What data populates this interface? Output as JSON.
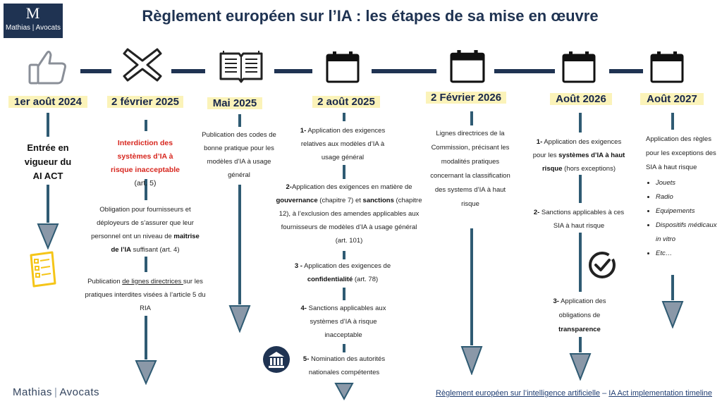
{
  "logo": {
    "mark": "M",
    "name": "Mathias | Avocats"
  },
  "title": "Règlement européen sur l’IA : les étapes de sa mise en œuvre",
  "icons": [
    "thumbs-up-icon",
    "x-icon",
    "book-icon",
    "calendar-icon",
    "calendar-icon",
    "calendar-icon",
    "calendar-icon"
  ],
  "milestones": [
    {
      "date": "1er août 2024"
    },
    {
      "date": "2 février 2025"
    },
    {
      "date": "Mai 2025"
    },
    {
      "date": "2 août 2025"
    },
    {
      "date": "2 Février 2026"
    },
    {
      "date": "Août 2026"
    },
    {
      "date": "Août 2027"
    }
  ],
  "m1": {
    "t1": "Entrée en vigueur du AI ACT"
  },
  "m2": {
    "red": "Interdiction des systèmes d’IA à risque inacceptable",
    "red_suffix": " (art. 5)",
    "b1_pre": "Obligation pour fournisseurs et déployeurs de s’assurer que leur personnel ont un niveau de ",
    "b1_bold": "maîtrise de l’IA",
    "b1_post": " suffisant (art. 4)",
    "b2_pre": "Publication ",
    "b2_link": "de lignes directrices ",
    "b2_post": "sur les pratiques interdites visées à l’article 5 du RIA"
  },
  "m3": {
    "t1": "Publication des codes de bonne pratique pour les modèles d’IA à usage général"
  },
  "m4": {
    "p1_num": "1-",
    "p1": " Application des exigences relatives aux modèles d’IA à usage général",
    "p2_num": "2-",
    "p2_a": "Application des exigences en matière de ",
    "p2_b1": "gouvernance",
    "p2_c": " (chapitre 7) et ",
    "p2_b2": "sanctions",
    "p2_d": " (chapitre 12), à l’exclusion des amendes applicables aux fournisseurs de modèles d’IA à usage général (art. 101)",
    "p3_num": "3 -",
    "p3_a": " Application des exigences de ",
    "p3_b": "confidentialité",
    "p3_c": " (art. 78)",
    "p4_num": "4-",
    "p4": " Sanctions applicables aux systèmes d’IA à risque inacceptable",
    "p5_num": "5-",
    "p5": " Nomination des autorités nationales compétentes"
  },
  "m5": {
    "t1": "Lignes directrices de la Commission, précisant les modalités pratiques concernant la classification des systems d’IA à haut risque"
  },
  "m6": {
    "p1_num": "1-",
    "p1_a": " Application des exigences pour les ",
    "p1_b": "systèmes d’IA à haut risque",
    "p1_c": " (hors exceptions)",
    "p2_num": "2-",
    "p2": " Sanctions applicables à ces SIA à haut risque",
    "p3_num": "3-",
    "p3_a": " Application des obligations de ",
    "p3_b": "transparence"
  },
  "m7": {
    "t1": "Application des règles pour les exceptions des SIA à haut risque",
    "items": [
      "Jouets",
      "Radio",
      "Equipements",
      "Dispositifs médicaux in vitro",
      "Etc…"
    ]
  },
  "footer": {
    "brand_a": "Mathias",
    "brand_sep": "|",
    "brand_b": "Avocats",
    "link1": "Règlement européen sur l’intelligence artificielle",
    "dash": " – ",
    "link2": "IA Act implementation timeline"
  },
  "colors": {
    "navy": "#1f3352",
    "line": "#2f5b73",
    "highlight": "#fbf3b9",
    "red": "#d7261e",
    "doc": "#f5c518"
  }
}
